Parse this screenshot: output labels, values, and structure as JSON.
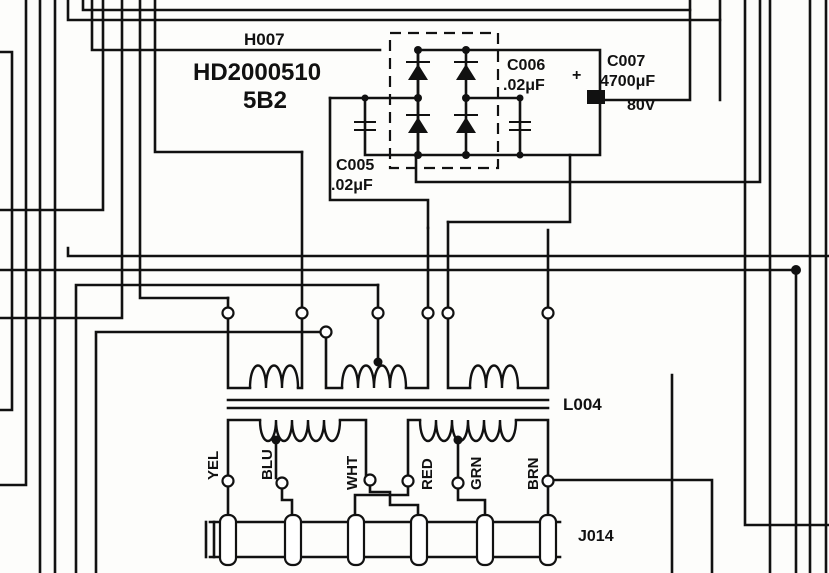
{
  "diagram": {
    "module_ref": "H007",
    "module_part": "HD2000510",
    "module_grid": "5B2",
    "cap_c006_ref": "C006",
    "cap_c006_value": ".02μF",
    "cap_c007_ref": "C007",
    "cap_c007_value": "4700μF",
    "cap_c007_voltage": "80V",
    "cap_c007_polarity": "+",
    "cap_c005_ref": "C005",
    "cap_c005_value": ".02μF",
    "transformer_ref": "L004",
    "connector_ref": "J014",
    "wire_labels": [
      "YEL",
      "BLU",
      "WHT",
      "RED",
      "GRN",
      "BRN"
    ]
  }
}
